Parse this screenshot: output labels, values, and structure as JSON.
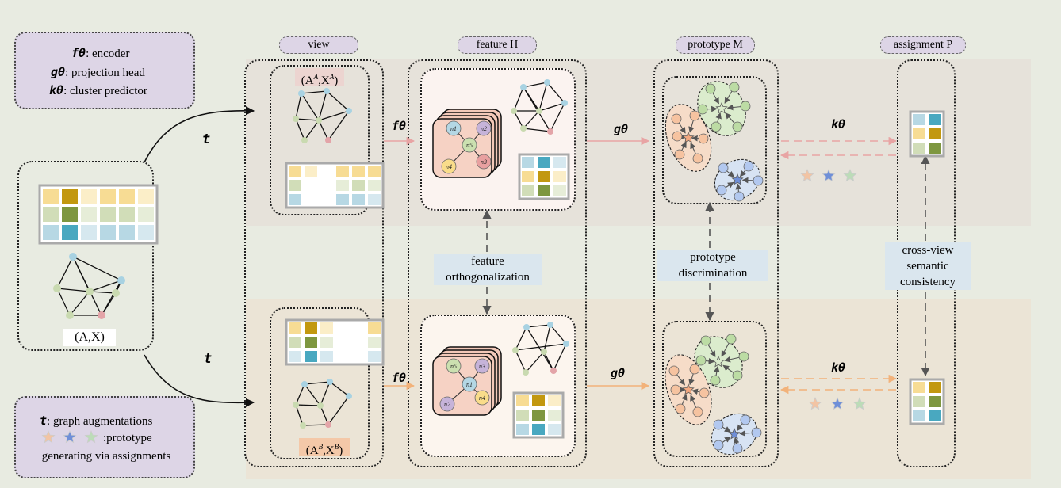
{
  "legend_top": {
    "encoder_sym": "fθ",
    "encoder_label": ": encoder",
    "proj_sym": "gθ",
    "proj_label": ": projection head",
    "clus_sym": "kθ",
    "clus_label": ": cluster predictor"
  },
  "legend_bottom": {
    "aug_sym": "t",
    "aug_label": ":  graph augmentations",
    "proto_label": ":prototype",
    "proto_label2": "generating via assignments"
  },
  "headers": {
    "view": "view",
    "feature": "feature H",
    "prototype": "prototype M",
    "assignment": "assignment P"
  },
  "input_label": "(A,X)",
  "view_a_label": "(A",
  "view_a_sup": "A",
  "view_a_mid": ",X",
  "view_a_sup2": "A",
  "view_a_end": ")",
  "view_b_label": "(A",
  "view_b_sup": "B",
  "view_b_mid": ",X",
  "view_b_sup2": "B",
  "view_b_end": ")",
  "aug_top": "t",
  "aug_bottom": "t",
  "f_top": "fθ",
  "f_bottom": "fθ",
  "g_top": "gθ",
  "g_bottom": "gθ",
  "k_top": "kθ",
  "k_bottom": "kθ",
  "feature_orth": [
    "feature",
    "orthogonalization"
  ],
  "proto_disc": [
    "prototype",
    "discrimination"
  ],
  "cross_view": [
    "cross-view",
    "semantic",
    "consistency"
  ],
  "nodes_top": [
    "n1",
    "n2",
    "n3",
    "n4",
    "n5"
  ],
  "nodes_bottom": [
    "n5",
    "n3",
    "n1",
    "n2",
    "n4"
  ],
  "colors": {
    "band_top": "#e6e2d9",
    "band_bottom": "#ebe4d5",
    "purple": "#ddd5e6",
    "pink_arrow": "#e8a4a4",
    "orange_arrow": "#f2b27a",
    "star_orange": "#f2c4a4",
    "star_blue": "#6f8fd8",
    "star_green": "#bcdcb8"
  }
}
